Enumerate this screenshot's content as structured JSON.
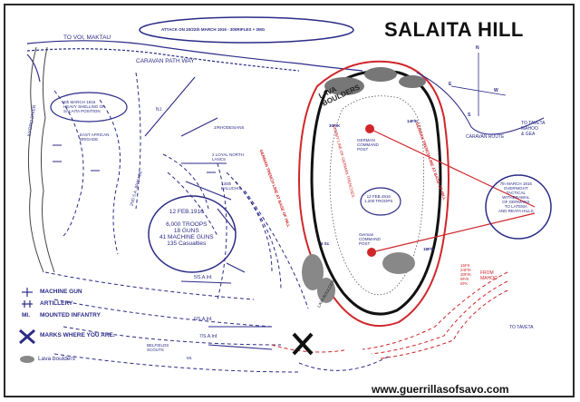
{
  "title": "SALAITA HILL",
  "top_banner": "ATTACK ON 20/22th MARCH 1916 - 300RIFLES + 2MG",
  "roads": {
    "voi_maktau": "TO VOI, MAKTAU",
    "caravan_path": "CARAVAN PATH WAY",
    "caravan_route": "CARAVAN ROUTE",
    "to_taveta_top": "TO TAVETA\nMAHOO\n& GEA",
    "to_taveta_bottom": "TO TAVETA",
    "from_mahoo": "FROM\nMAHOO"
  },
  "river": "NYORO RIVER",
  "notes": {
    "march_1916": "6th MARCH 1916\nHEAVY SHELLING OF\nSALAITA POSITION",
    "east_african": "EAST AFRICAN\nBRIGADE",
    "ni": "N.I.",
    "rhodesians": "2/RHODESIANS",
    "loyal_north": "2 LOYAL NORTH\nLANCS",
    "baluchis": "130th\nBALUCHIS",
    "south_african": "2ND S.A. BRIGADE",
    "feb_box": "12 FEB.1916\n\n6,000 TROOPS\n18 GUNS\n41 MACHINE GUNS\n135 Casualties",
    "sa_inf_5": "5/S.A.Inf.",
    "sa_inf_6": "6/S.A.Inf.",
    "sa_inf_7": "7/S.A.Inf.",
    "belfields": "BELFIELDS\nSCOUTS",
    "mi": "MI.",
    "lava_boulders": "LAVA\nBOULDERS",
    "german_command_1": "GERMAN\nCOMMAND\nPOST",
    "german_command_2": "German\nCOMMAND\nPOST",
    "german_feb": "12 FEB.4916\n1,200 TROOPS",
    "german_trench_line": "GERMAN TRENCH LINE AT BASE OF HILL",
    "german_trench_line_right": "GERMAN TRENCH LINE AT BASE OF HILL",
    "dummy_line": "DUMMY LINE OF GERMAN TRENCHES",
    "lava_slope": "LAVA BOULDERS",
    "fk_30": "30F/K",
    "fk_14": "14F/K",
    "fk_18": "18F/K",
    "sc_6": "6 Sc",
    "withdrawal": "7th MARCH 1916\nOVERNIGHT\nTACTICAL\nWITHDRAWAL\nOF GERMANS\nTO LATEMA\nAND REATA HILLS",
    "fk_units": "15FK\n24F/K\n30F/K\n9F/K\n6FK"
  },
  "compass": {
    "n": "N",
    "e": "E",
    "w": "W",
    "s": "S"
  },
  "legend": {
    "machine_gun": "MACHINE GUN",
    "artillery": "ARTILLERY",
    "mounted_infantry": "MOUNTED INFANTRY",
    "mounted_infantry_abbr": "MI.",
    "marks": "MARKS WHERE YOU ARE.",
    "lava": "Lava boulders"
  },
  "footer": "www.guerrillasofsavo.com",
  "colors": {
    "blue": "#2b2b88",
    "red": "#d0262a",
    "dark": "#222222",
    "lava": "#777777"
  }
}
